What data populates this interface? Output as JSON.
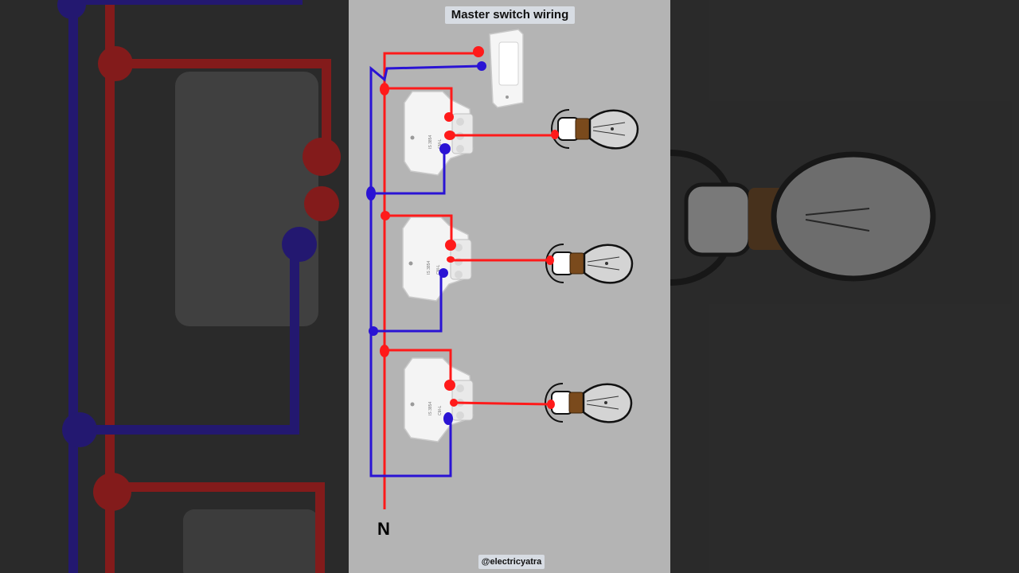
{
  "diagram": {
    "title": "Master switch wiring",
    "neutral_label": "N",
    "watermark": "@electricyatra",
    "switch_count": 3,
    "lamp_count": 3
  },
  "colors": {
    "phase_wire": "#ff1a1a",
    "neutral_wire": "#2a13d4",
    "panel_bg": "#b4b4b4",
    "side_bg": "#3b3b3b",
    "label_bg": "#d7dce3"
  },
  "icons": [
    "master-switch-icon",
    "switch-icon",
    "bulb-icon"
  ]
}
